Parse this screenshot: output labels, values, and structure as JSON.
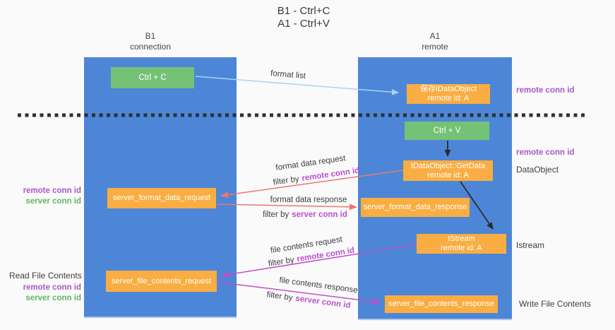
{
  "title": {
    "line1": "B1 - Ctrl+C",
    "line2": "A1 - Ctrl+V"
  },
  "columns": {
    "left": {
      "name": "B1",
      "role": "connection"
    },
    "right": {
      "name": "A1",
      "role": "remote"
    }
  },
  "nodes": {
    "ctrl_c": "Ctrl + C",
    "ctrl_v": "Ctrl + V",
    "save_dataobject": {
      "line1": "保存IDataObject",
      "line2": "remote id: A"
    },
    "getdata": {
      "line1": "IDataObject::GetData",
      "line2": "remote id: A"
    },
    "istream": {
      "line1": "IStream",
      "line2": "remote id: A"
    },
    "server_format_data_request": "server_format_data_request",
    "server_format_data_response": "server_format_data_response",
    "server_file_contents_request": "server_file_contents_request",
    "server_file_contents_response": "server_file_contents_response"
  },
  "edge_labels": {
    "format_list": "format list",
    "format_data_request": "format data request",
    "format_data_response": "format data response",
    "file_contents_request": "file contents request",
    "file_contents_response": "file contents response",
    "filter_by": "filter by",
    "remote_conn_id": "remote conn id",
    "server_conn_id": "server conn id"
  },
  "side_labels": {
    "remote_conn_id": "remote conn id",
    "server_conn_id": "server conn id",
    "dataobject": "DataObject",
    "istream": "Istream",
    "read_file_contents": "Read File Contents",
    "write_file_contents": "Write File Contents"
  },
  "colors": {
    "column_blue": "#4d86d7",
    "box_green": "#74c276",
    "box_orange": "#f9ad42",
    "arrow_light_blue": "#a9d3f2",
    "arrow_salmon": "#e8796f",
    "arrow_magenta": "#c44fc4",
    "arrow_black": "#2b2b2b",
    "label_purple": "#a858c5",
    "label_green": "#5fb65f",
    "filter_magenta": "#bb4fd0"
  }
}
